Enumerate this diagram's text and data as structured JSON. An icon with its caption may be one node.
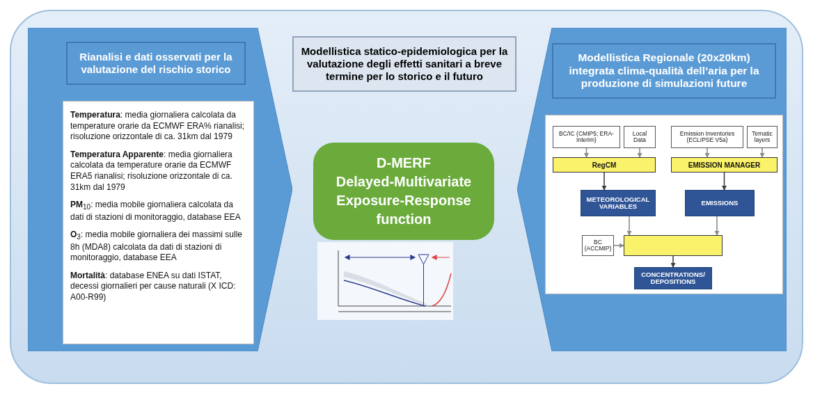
{
  "diagram": {
    "nodes": [
      {
        "text": [
          "Rianalisi e dati osservati per la valutazione del rischio storico"
        ]
      },
      {
        "text": [
          "**Temperatura**: media giornaliera calcolata da temperature orarie da ECMWF ERA% rianalisi; risoluzione orizzontale di ca. 31km dal 1979",
          "**Temperatura Apparente**: media giornaliera calcolata da temperature orarie da ECMWF ERA5 rianalisi; risoluzione orizzontale di ca. 31km dal 1979",
          "**PM**$_{10}$: media mobile giornaliera calcolata da dati di stazioni di monitoraggio, database EEA",
          "**O**$_{3}$: media mobile giornaliera dei massimi sulle 8h (MDA8) calcolata da dati di stazioni di monitoraggio, database EEA",
          "**Mortalità**: database ENEA su dati ISTAT, decessi giornalieri per cause naturali (X ICD: A00-R99)"
        ],
        "in": 0
      },
      {
        "text": [
          "Modellistica statico-epidemiologica per la valutazione degli effetti sanitari a breve termine per lo storico e il futuro"
        ]
      },
      {
        "text": [
          "D-MERF",
          "Delayed-Multivariate Exposure-Response function"
        ]
      },
      {
        "text": [
          "Modellistica Regionale (20x20km) integrata clima-qualità dell’aria per la produzione di simulazioni future"
        ]
      },
      {
        "text": [],
        "shape": "box",
        "in": 4
      },
      {
        "text": [
          "BC/IC (CMIP5; ERA-Interim)"
        ],
        "in": 5
      },
      {
        "text": [
          "Local Data"
        ],
        "in": 5
      },
      {
        "text": [
          "Emission Inventories (ECLIPSE V5a)"
        ],
        "in": 5
      },
      {
        "text": [
          "Tematic layers"
        ],
        "in": 5
      },
      {
        "text": [
          "RegCM"
        ],
        "in": 5
      },
      {
        "text": [
          "EMISSION MANAGER"
        ],
        "in": 5
      },
      {
        "text": [
          "METEOROLOGICAL VARIABLES"
        ],
        "in": 5
      },
      {
        "text": [
          "EMISSIONS"
        ],
        "in": 5
      },
      {
        "text": [
          "BC (ACCMIP)"
        ],
        "in": 5
      },
      {
        "text": [],
        "shape": "box",
        "in": 5
      },
      {
        "text": [
          "CONCENTRATIONS/ DEPOSITIONS"
        ],
        "in": 5
      }
    ],
    "edges": [
      {
        "from": 6,
        "to": 10,
        "arrow": "to"
      },
      {
        "from": 7,
        "to": 10,
        "arrow": "to"
      },
      {
        "from": 8,
        "to": 11,
        "arrow": "to"
      },
      {
        "from": 9,
        "to": 11,
        "arrow": "to"
      },
      {
        "from": 10,
        "to": 12,
        "arrow": "to",
        "color": "#404040"
      },
      {
        "from": 11,
        "to": 13,
        "arrow": "to",
        "color": "#404040"
      },
      {
        "from": 12,
        "to": 15,
        "arrow": "to"
      },
      {
        "from": 13,
        "to": 15,
        "arrow": "to"
      },
      {
        "from": 14,
        "to": 15,
        "arrow": "to"
      },
      {
        "from": 15,
        "to": 16,
        "arrow": "to",
        "color": "#404040"
      }
    ]
  }
}
